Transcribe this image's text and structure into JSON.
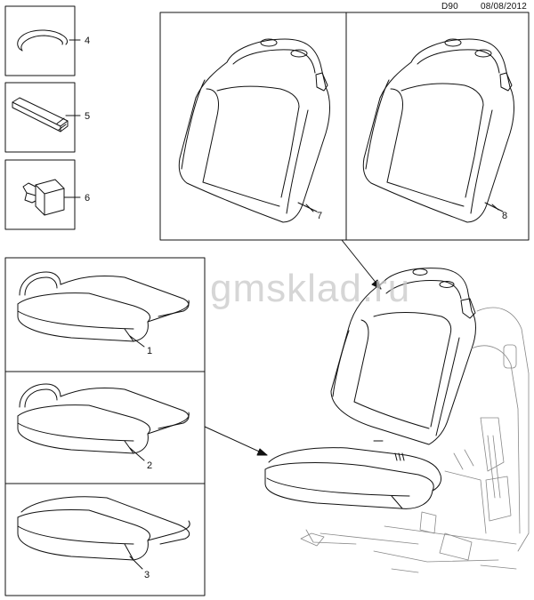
{
  "header": {
    "code": "D90",
    "date": "08/08/2012"
  },
  "watermark": "gmsklad.ru",
  "callouts": [
    "4",
    "5",
    "6",
    "7",
    "8",
    "1",
    "2",
    "3"
  ]
}
